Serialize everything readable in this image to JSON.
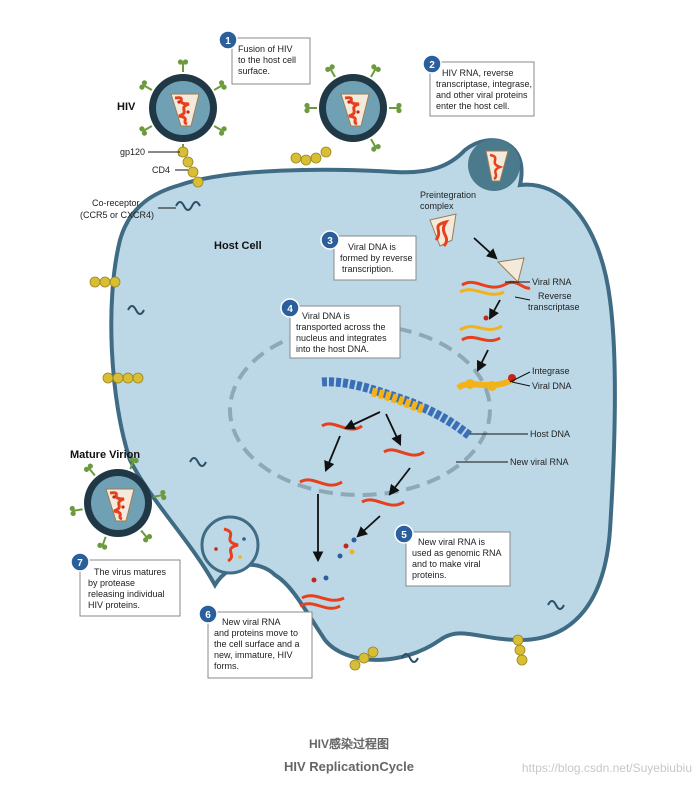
{
  "labels": {
    "hiv": "HIV",
    "gp120": "gp120",
    "cd4": "CD4",
    "coreceptor_1": "Co-receptor",
    "coreceptor_2": "(CCR5 or CXCR4)",
    "host_cell": "Host Cell",
    "mature_virion": "Mature Virion",
    "preintegration_1": "Preintegration",
    "preintegration_2": "complex",
    "viral_rna": "Viral RNA",
    "reverse_transcriptase_1": "Reverse",
    "reverse_transcriptase_2": "transcriptase",
    "integrase": "Integrase",
    "viral_dna": "Viral DNA",
    "host_dna": "Host DNA",
    "new_viral_rna": "New viral RNA"
  },
  "steps": [
    {
      "number": "1",
      "lines": [
        "Fusion of  HIV",
        "to the host cell",
        "surface."
      ]
    },
    {
      "number": "2",
      "lines": [
        "HIV RNA, reverse",
        "transcriptase, integrase,",
        "and other viral proteins",
        "enter the host cell."
      ]
    },
    {
      "number": "3",
      "lines": [
        "Viral DNA is",
        "formed by reverse",
        "transcription."
      ]
    },
    {
      "number": "4",
      "lines": [
        "Viral DNA is",
        "transported across the",
        "nucleus and integrates",
        "into the host DNA."
      ]
    },
    {
      "number": "5",
      "lines": [
        "New viral RNA is",
        "used as genomic RNA",
        "and to make viral",
        "proteins."
      ]
    },
    {
      "number": "6",
      "lines": [
        "New viral RNA",
        "and proteins move to",
        "the cell surface and a",
        "new, immature, HIV",
        "forms."
      ]
    },
    {
      "number": "7",
      "lines": [
        "The virus matures",
        "by protease",
        "releasing individual",
        "HIV proteins."
      ]
    }
  ],
  "caption": {
    "line1": "HIV感染过程图",
    "line2": "HIV ReplicationCycle"
  },
  "watermark": "https://blog.csdn.net/Suyebiubiu",
  "colors": {
    "cell_fill": "#bcd8e6",
    "membrane": "#3f6c84",
    "virus_ring": "#1f3a4a",
    "capsid": "#f2e8d8",
    "rna": "#e8401c",
    "dna_yellow": "#f2b21a",
    "dna_blue": "#3a6fb8",
    "cd4": "#d7be34",
    "spike": "#6b9b3c",
    "step_circle": "#2b5f9c"
  }
}
